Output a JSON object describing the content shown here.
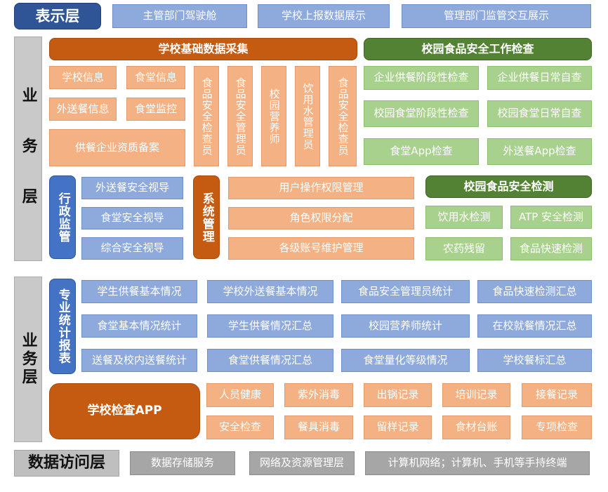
{
  "presentation_layer": {
    "title": "表示层",
    "items": [
      "主管部门驾驶舱",
      "学校上报数据展示",
      "管理部门监管交互展示"
    ]
  },
  "business_layer_1": {
    "side_label": "业务层",
    "data_collection": {
      "title": "学校基础数据采集",
      "items": [
        "学校信息",
        "食堂信息",
        "外送餐信息",
        "食堂监控",
        "供餐企业资质备案"
      ],
      "roles": [
        "食品安全检查员",
        "食品安全管理员",
        "校园营养师",
        "饮用水管理员",
        "食品安全检查员"
      ]
    },
    "inspection": {
      "title": "校园食品安全工作检查",
      "items": [
        "企业供餐阶段性检查",
        "企业供餐日常自查",
        "校园食堂阶段性检查",
        "校园食堂日常自查",
        "食堂App检查",
        "外送餐App检查"
      ]
    },
    "admin_supervision": {
      "title": "行政监管",
      "items": [
        "外送餐安全视导",
        "食堂安全视导",
        "综合安全视导"
      ]
    },
    "system_management": {
      "title": "系统管理",
      "items": [
        "用户操作权限管理",
        "角色权限分配",
        "各级账号维护管理"
      ]
    },
    "detection": {
      "title": "校园食品安全检测",
      "items": [
        "饮用水检测",
        "ATP 安全检测",
        "农药残留",
        "食品快速检测"
      ]
    }
  },
  "business_layer_2": {
    "side_label": "业务层",
    "reports": {
      "title": "专业统计报表",
      "items": [
        "学生供餐基本情况",
        "学校外送餐基本情况",
        "食品安全管理员统计",
        "食品快速检测汇总",
        "食堂基本情况统计",
        "学生供餐情况汇总",
        "校园营养师统计",
        "在校就餐情况汇总",
        "送餐及校内送餐统计",
        "食堂供餐情况汇总",
        "食堂量化等级情况",
        "学校餐标汇总"
      ]
    },
    "app": {
      "title": "学校检查APP",
      "items": [
        "人员健康",
        "紫外消毒",
        "出锅记录",
        "培训记录",
        "接餐记录",
        "安全检查",
        "餐具消毒",
        "留样记录",
        "食材台账",
        "专项检查"
      ]
    }
  },
  "data_access_layer": {
    "title": "数据访问层",
    "items": [
      "数据存储服务",
      "网络及资源管理层",
      "计算机网络；计算机、手机等手持终端"
    ]
  }
}
